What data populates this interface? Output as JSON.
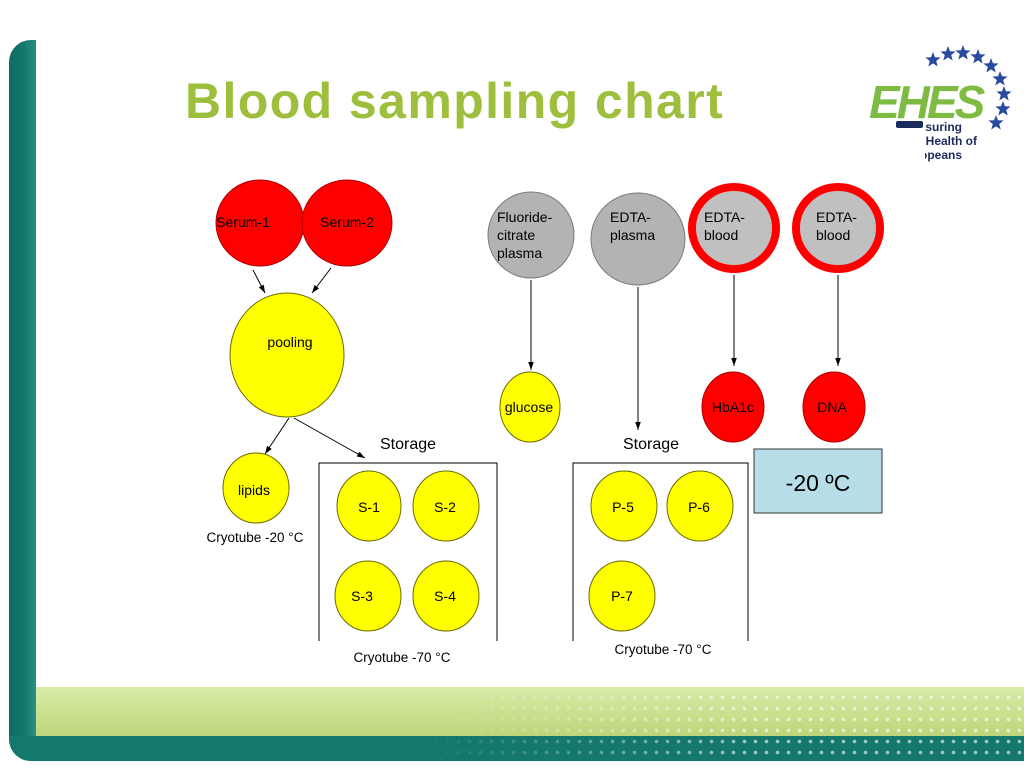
{
  "slide": {
    "title": "Blood sampling chart"
  },
  "logo": {
    "mark": "EHES",
    "tagline": [
      "Measuring",
      "Health of",
      "Europeans"
    ]
  },
  "colors": {
    "title_green": "#9dbf3d",
    "logo_green": "#7dbb42",
    "logo_blue": "#2a4aa0",
    "logo_text": "#1c2b5e",
    "teal": "#15786d",
    "light_green": "#c8df8c",
    "red_node": "#ff0000",
    "yellow_node": "#ffff00",
    "grey_node": "#b3b3b3",
    "freezer_blue": "#b7dde8"
  },
  "diagram": {
    "serum": {
      "serum_1": "Serum-1",
      "serum_2": "Serum-2",
      "pooling": "pooling",
      "lipids": "lipids",
      "lipids_caption": "Cryotube -20 °C",
      "storage_title": "Storage",
      "storage_tubes": [
        "S-1",
        "S-2",
        "S-3",
        "S-4"
      ],
      "storage_caption": "Cryotube -70 °C"
    },
    "plasma_blood": {
      "fluoride_citrate_plasma": [
        "Fluoride-",
        "citrate",
        "plasma"
      ],
      "edta_plasma": [
        "EDTA-",
        "plasma"
      ],
      "edta_blood_hba1c": [
        "EDTA-",
        "blood"
      ],
      "edta_blood_dna": [
        "EDTA-",
        "blood"
      ],
      "glucose": "glucose",
      "hba1c": "HbA1c",
      "dna": "DNA",
      "storage_title": "Storage",
      "storage_tubes": [
        "P-5",
        "P-6",
        "P-7"
      ],
      "storage_caption": "Cryotube -70 °C",
      "freezer_label": "-20 ºC"
    }
  }
}
